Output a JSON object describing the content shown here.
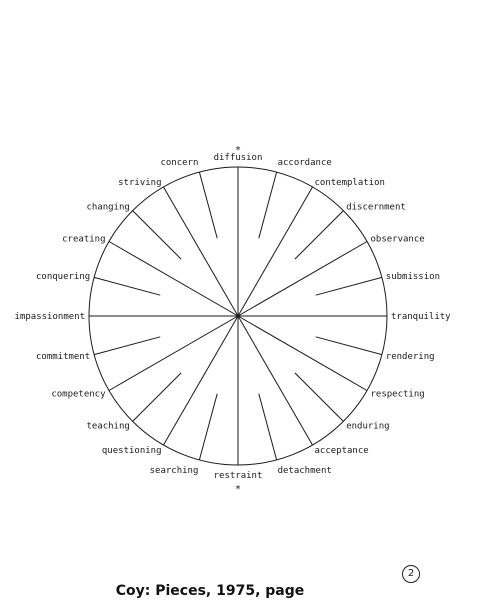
{
  "diagram": {
    "top_mark": "*",
    "bottom_mark": "*",
    "spokes": [
      {
        "label": "diffusion"
      },
      {
        "label": "accordance"
      },
      {
        "label": "contemplation"
      },
      {
        "label": "discernment"
      },
      {
        "label": "observance"
      },
      {
        "label": "submission"
      },
      {
        "label": "tranquility"
      },
      {
        "label": "rendering"
      },
      {
        "label": "respecting"
      },
      {
        "label": "enduring"
      },
      {
        "label": "acceptance"
      },
      {
        "label": "detachment"
      },
      {
        "label": "restraint"
      },
      {
        "label": "searching"
      },
      {
        "label": "questioning"
      },
      {
        "label": "teaching"
      },
      {
        "label": "competency"
      },
      {
        "label": "commitment"
      },
      {
        "label": "impassionment"
      },
      {
        "label": "conquering"
      },
      {
        "label": "creating"
      },
      {
        "label": "changing"
      },
      {
        "label": "striving"
      },
      {
        "label": "concern"
      }
    ]
  },
  "page_number": "2",
  "caption": "Coy: Pieces, 1975, page"
}
